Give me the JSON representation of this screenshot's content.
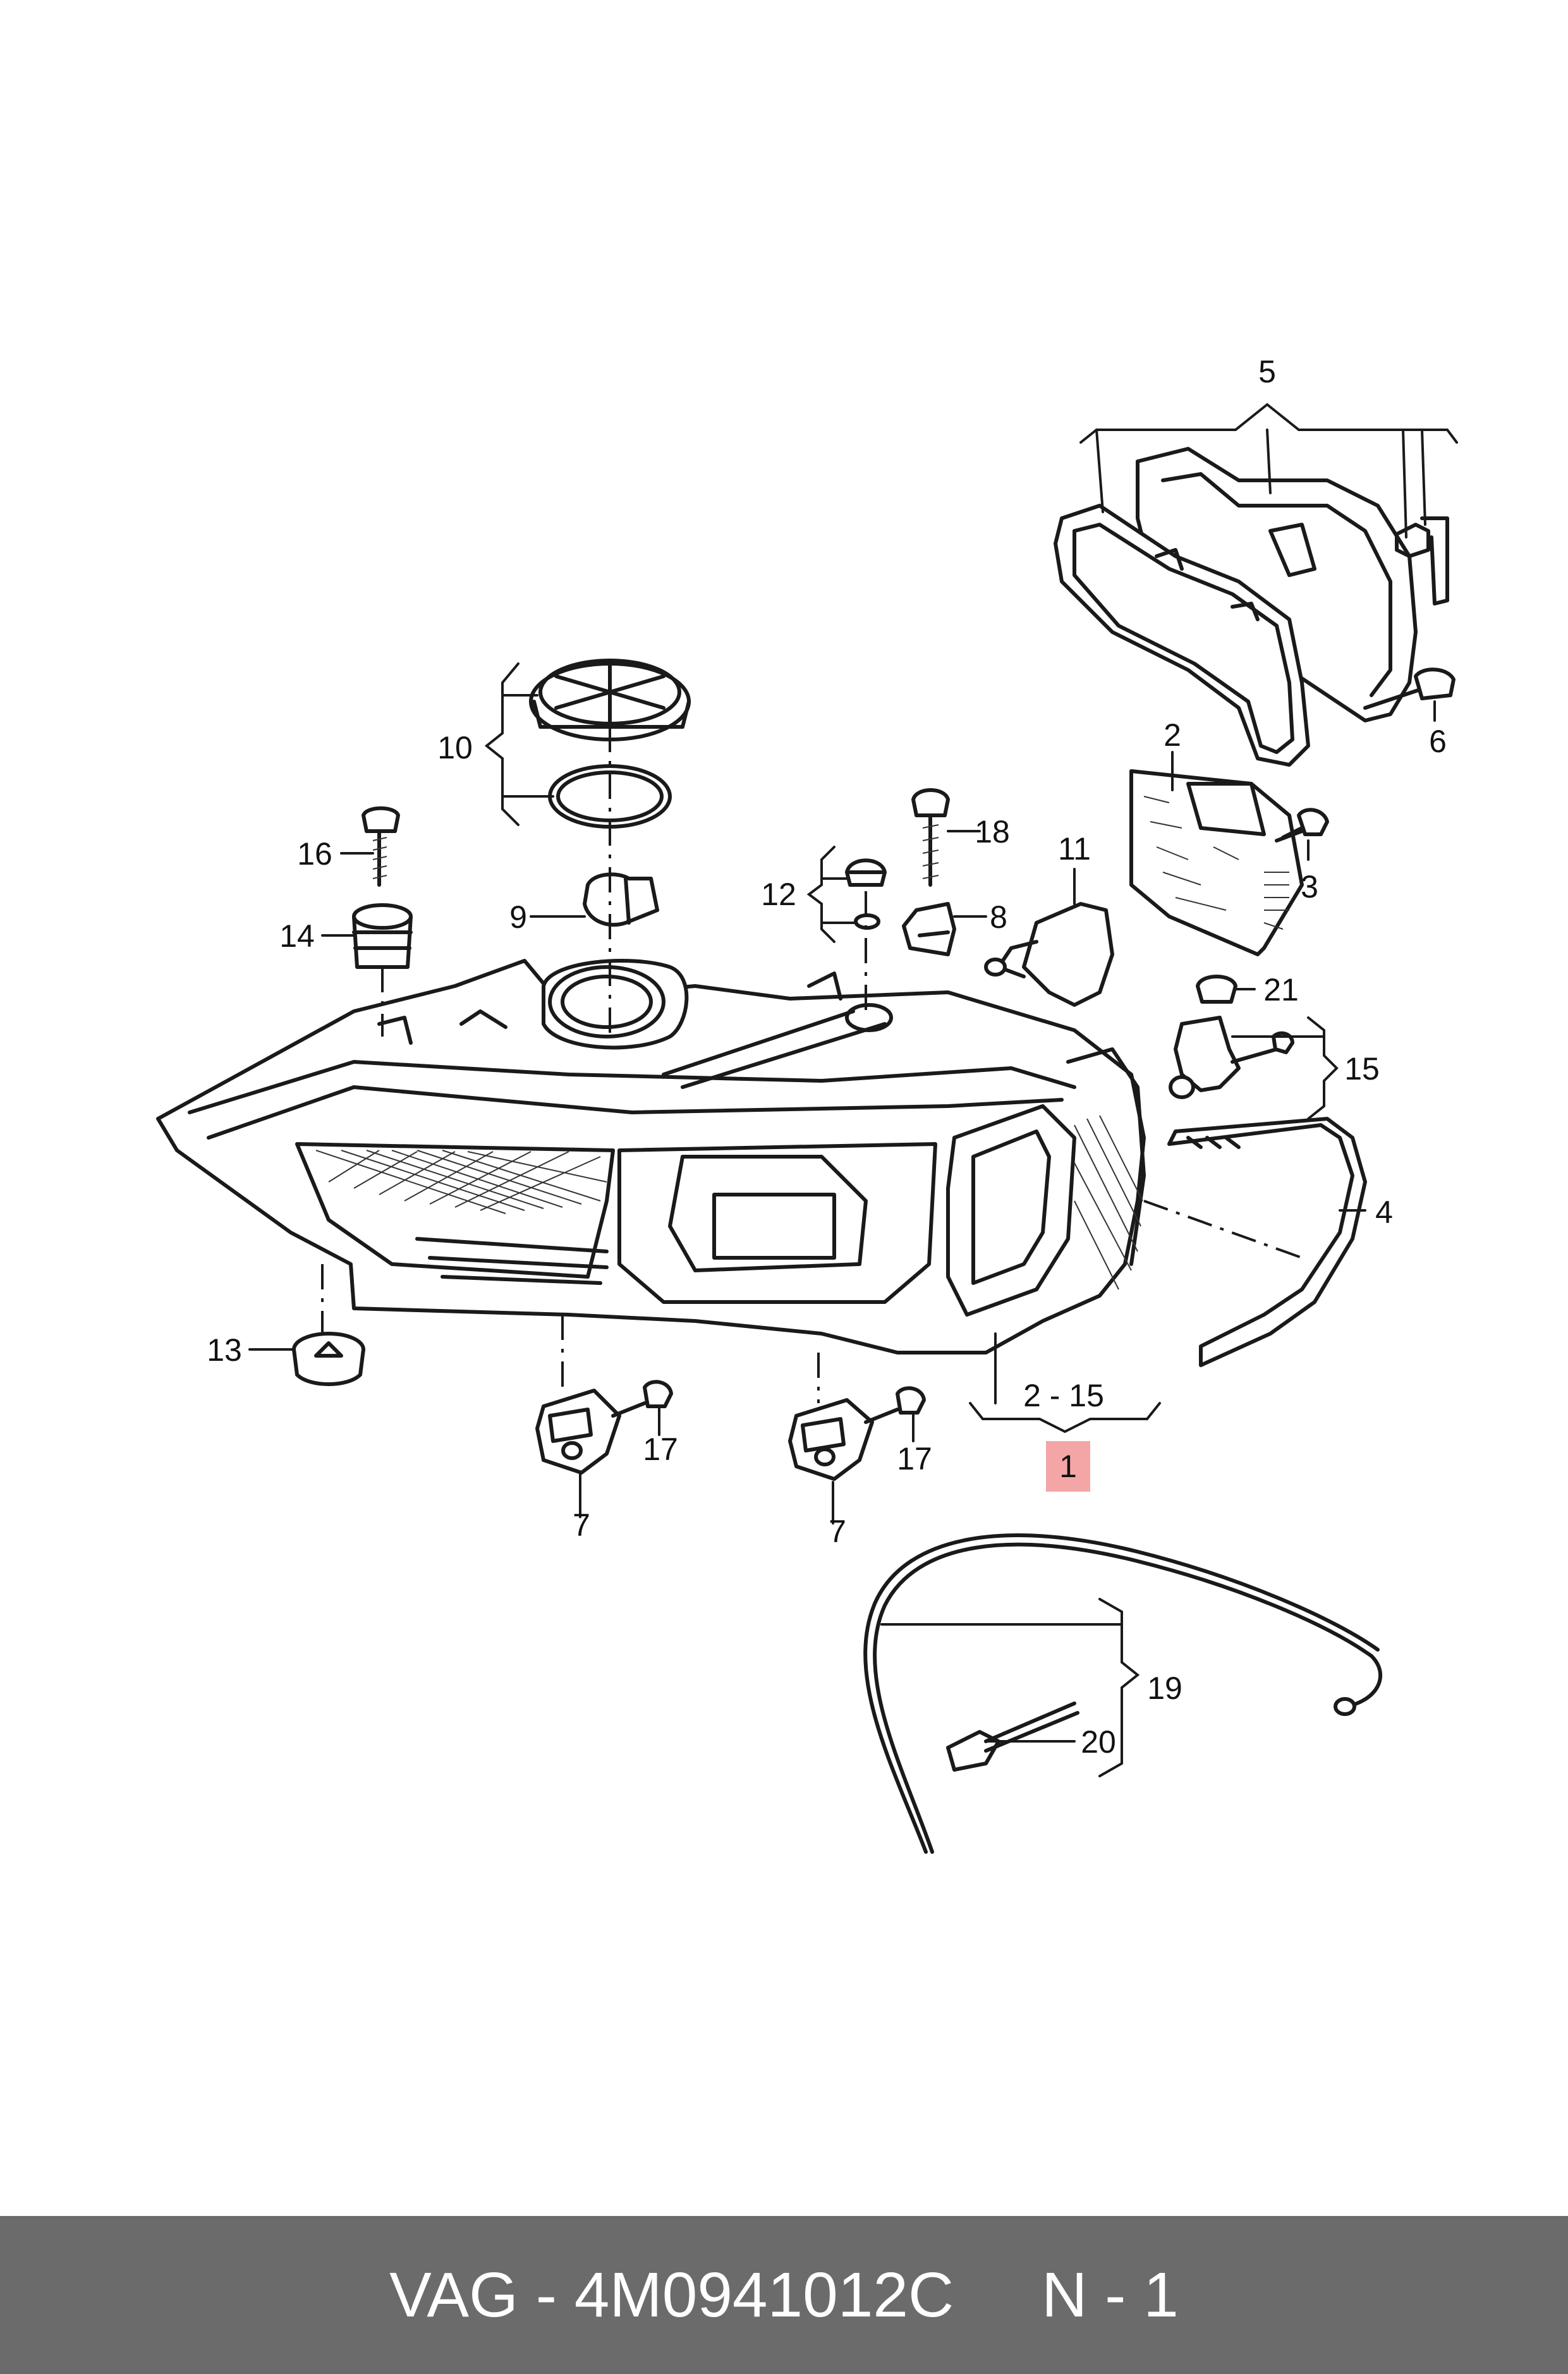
{
  "diagram": {
    "labels": {
      "l1": "1",
      "l2": "2",
      "l3": "3",
      "l4": "4",
      "l5": "5",
      "l6": "6",
      "l7a": "7",
      "l7b": "7",
      "l8": "8",
      "l9": "9",
      "l10": "10",
      "l11": "11",
      "l12": "12",
      "l13": "13",
      "l14": "14",
      "l15": "15",
      "l16": "16",
      "l17a": "17",
      "l17b": "17",
      "l18": "18",
      "l19": "19",
      "l20": "20",
      "l21": "21",
      "range": "2 - 15"
    },
    "highlight_color": "#f4a6a6"
  },
  "footer": {
    "brand": "VAG",
    "part_number": "4M0941012C",
    "note": "N - 1"
  }
}
